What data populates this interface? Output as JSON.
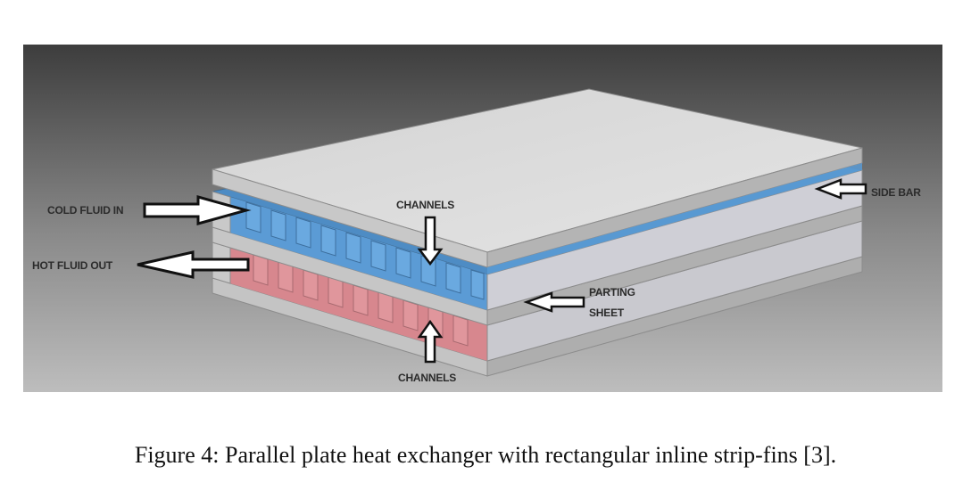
{
  "figure": {
    "labels": {
      "cold_fluid_in": "COLD FLUID IN",
      "hot_fluid_out": "HOT FLUID OUT",
      "channels_top": "CHANNELS",
      "channels_bottom": "CHANNELS",
      "side_bar": "SIDE BAR",
      "parting_line1": "PARTING",
      "parting_line2": "SHEET"
    },
    "colors": {
      "background_dark": "#3d3d3d",
      "background_light": "#b4b4b4",
      "plate_top": "#d8d8d8",
      "plate_side": "#bfbfbf",
      "cold_channels": "#5b9bd5",
      "hot_channels": "#d98a8f"
    }
  },
  "caption": "Figure 4: Parallel plate heat exchanger with rectangular inline strip-fins [3]."
}
